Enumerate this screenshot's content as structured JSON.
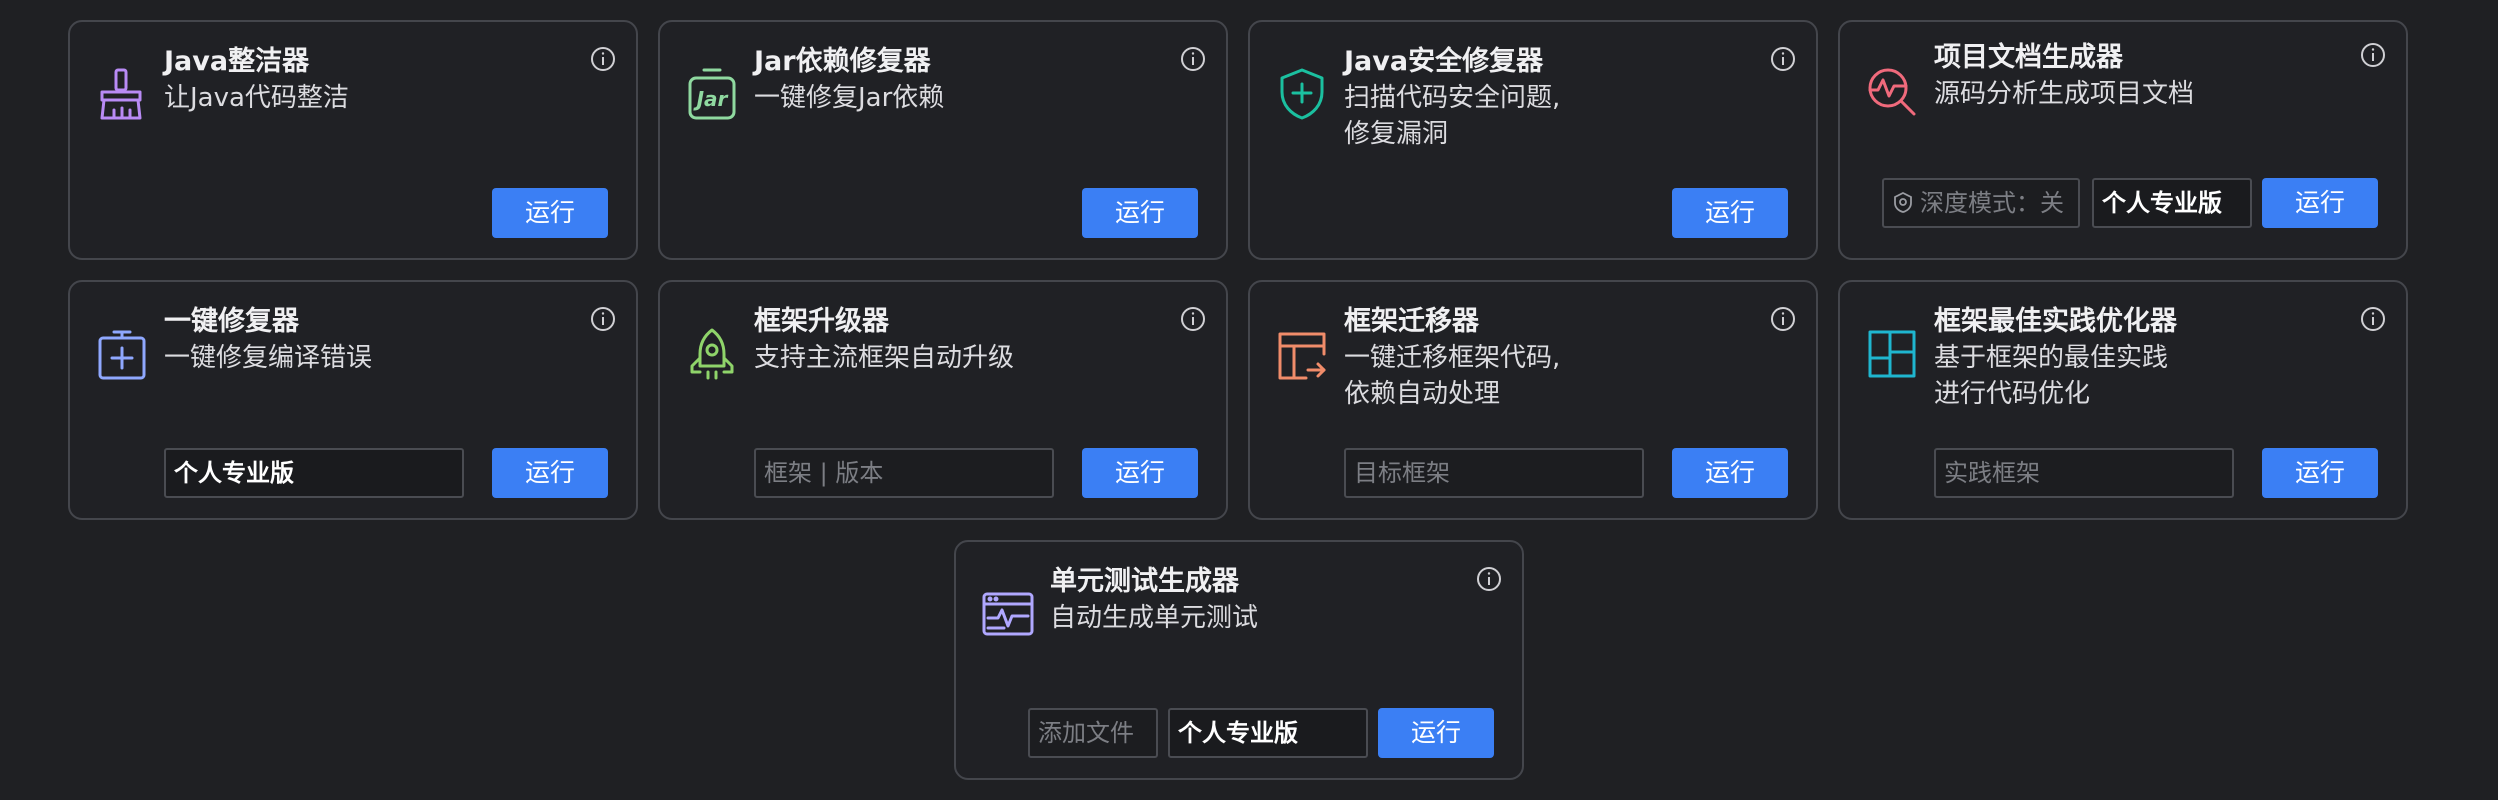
{
  "tools": [
    {
      "id": "java-cleaner",
      "title": "Java整洁器",
      "desc": "让Java代码整洁",
      "icon": "broom-icon",
      "icon_color": "#b98bf5",
      "run_label": "运行"
    },
    {
      "id": "jar-fixer",
      "title": "Jar依赖修复器",
      "desc": "一键修复Jar依赖",
      "icon": "jar-icon",
      "icon_color": "#8fd9a0",
      "run_label": "运行"
    },
    {
      "id": "java-security",
      "title": "Java安全修复器",
      "desc": "扫描代码安全问题,\n修复漏洞",
      "icon": "shield-plus-icon",
      "icon_color": "#1bc0a0",
      "run_label": "运行"
    },
    {
      "id": "doc-generator",
      "title": "项目文档生成器",
      "desc": "源码分析生成项目文档",
      "icon": "search-pulse-icon",
      "icon_color": "#f06a7c",
      "run_label": "运行",
      "deep_mode_label": "深度模式：关",
      "edition": "个人专业版"
    },
    {
      "id": "one-click-fixer",
      "title": "一键修复器",
      "desc": "一键修复编译错误",
      "icon": "medkit-icon",
      "icon_color": "#8fa8ff",
      "run_label": "运行",
      "edition": "个人专业版"
    },
    {
      "id": "framework-upgrader",
      "title": "框架升级器",
      "desc": "支持主流框架自动升级",
      "icon": "rocket-icon",
      "icon_color": "#8fd46a",
      "run_label": "运行",
      "placeholder": "框架 | 版本"
    },
    {
      "id": "framework-migrator",
      "title": "框架迁移器",
      "desc": "一键迁移框架代码,\n依赖自动处理",
      "icon": "migrate-icon",
      "icon_color": "#f08c6a",
      "run_label": "运行",
      "placeholder": "目标框架"
    },
    {
      "id": "framework-best-practice",
      "title": "框架最佳实践优化器",
      "desc": "基于框架的最佳实践\n进行代码优化",
      "icon": "layout-grid-icon",
      "icon_color": "#1fb6d0",
      "run_label": "运行",
      "placeholder": "实践框架"
    },
    {
      "id": "unit-test-generator",
      "title": "单元测试生成器",
      "desc": "自动生成单元测试",
      "icon": "test-window-icon",
      "icon_color": "#b0a8ff",
      "run_label": "运行",
      "placeholder": "添加文件",
      "edition": "个人专业版"
    }
  ]
}
